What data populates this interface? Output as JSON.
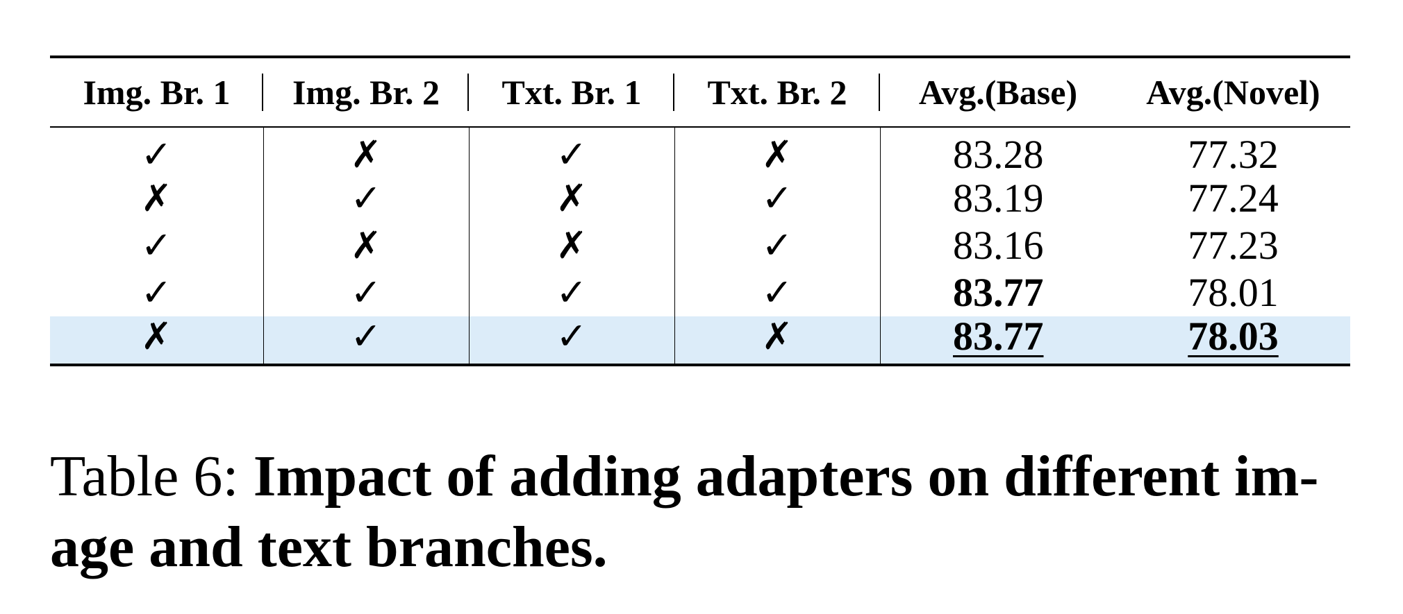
{
  "table": {
    "headers": [
      "Img. Br. 1",
      "Img. Br. 2",
      "Txt. Br. 1",
      "Txt. Br. 2",
      "Avg.(Base)",
      "Avg.(Novel)"
    ],
    "rows": [
      [
        "✓",
        "✗",
        "✓",
        "✗",
        "83.28",
        "77.32"
      ],
      [
        "✗",
        "✓",
        "✗",
        "✓",
        "83.19",
        "77.24"
      ],
      [
        "✓",
        "✗",
        "✗",
        "✓",
        "83.16",
        "77.23"
      ],
      [
        "✓",
        "✓",
        "✓",
        "✓",
        "83.77",
        "78.01"
      ],
      [
        "✗",
        "✓",
        "✓",
        "✗",
        "83.77",
        "78.03"
      ]
    ],
    "highlight_color": "#dcecf9"
  },
  "caption": {
    "label": "Table 6:",
    "text": "Impact of adding adapters on different im-age and text branches."
  }
}
